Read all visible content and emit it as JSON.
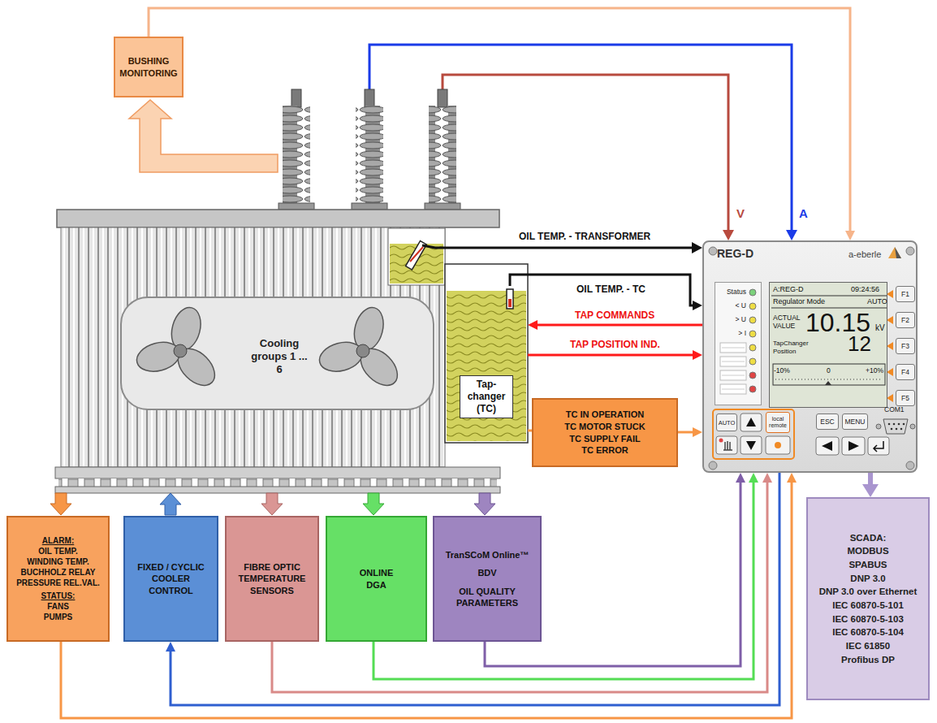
{
  "diagram": {
    "nodes": [
      {
        "text": [
          "BUSHING MONITORING"
        ]
      },
      {
        "text": [
          "REG-D",
          "a-eberle"
        ]
      },
      {
        "text": [
          "Status",
          "< U",
          "> U",
          "> I"
        ],
        "in": 1
      },
      {
        "text": [
          "A:REG-D",
          "09:24:56",
          "Regulator Mode",
          "AUTO",
          "ACTUAL VALUE",
          "10.15",
          "kV",
          "TapChanger Position",
          "12",
          "-10%",
          "0",
          "+10%"
        ],
        "in": 1
      },
      {
        "text": [
          "F1"
        ],
        "in": 1
      },
      {
        "text": [
          "F2"
        ],
        "in": 1
      },
      {
        "text": [
          "F3"
        ],
        "in": 1
      },
      {
        "text": [
          "F4"
        ],
        "in": 1
      },
      {
        "text": [
          "F5"
        ],
        "in": 1
      },
      {
        "text": [
          "AUTO"
        ],
        "in": 1
      },
      {
        "text": [
          "local remote"
        ],
        "in": 1
      },
      {
        "text": [
          "ESC"
        ],
        "in": 1
      },
      {
        "text": [
          "MENU"
        ],
        "in": 1
      },
      {
        "text": [
          "Cooling groups 1 ... 6"
        ]
      },
      {
        "text": [
          "Tap-changer (TC)"
        ]
      },
      {
        "text": [
          "TC IN OPERATION",
          "TC MOTOR STUCK",
          "TC SUPPLY FAIL",
          "TC ERROR"
        ]
      },
      {
        "text": [
          "ALARM:",
          "OIL TEMP.",
          "WINDING TEMP.",
          "BUCHHOLZ RELAY",
          "PRESSURE REL.VAL.",
          "STATUS:",
          "FANS",
          "PUMPS"
        ]
      },
      {
        "text": [
          "FIXED / CYCLIC COOLER CONTROL"
        ]
      },
      {
        "text": [
          "FIBRE OPTIC TEMPERATURE SENSORS"
        ]
      },
      {
        "text": [
          "ONLINE DGA"
        ]
      },
      {
        "text": [
          "TranSCoM Online™",
          "BDV",
          "OIL QUALITY PARAMETERS"
        ]
      },
      {
        "text": [
          "SCADA:",
          "MODBUS",
          "SPABUS",
          "DNP 3.0",
          "DNP 3.0 over Ethernet",
          "IEC 60870-5-101",
          "IEC 60870-5-103",
          "IEC 60870-5-104",
          "IEC 61850",
          "Profibus DP"
        ]
      }
    ],
    "edges": [
      {
        "from": 0,
        "to": 1,
        "arrow": "to"
      },
      {
        "from": 14,
        "to": 1,
        "label": "OIL TEMP. - TC",
        "arrow": "to"
      },
      {
        "from": 1,
        "to": 14,
        "label": "TAP COMMANDS",
        "arrow": "to"
      },
      {
        "from": 14,
        "to": 1,
        "label": "TAP POSITION IND.",
        "arrow": "to"
      },
      {
        "from": 14,
        "to": 15,
        "arrow": "none"
      },
      {
        "from": 15,
        "to": 1,
        "arrow": "to"
      },
      {
        "from": 1,
        "to": 21,
        "arrow": "to"
      },
      {
        "from": 16,
        "to": 1,
        "arrow": "to"
      },
      {
        "from": 1,
        "to": 17,
        "arrow": "to"
      },
      {
        "from": 18,
        "to": 1,
        "arrow": "to"
      },
      {
        "from": 19,
        "to": 1,
        "arrow": "to"
      },
      {
        "from": 20,
        "to": 1,
        "arrow": "to"
      }
    ],
    "labels": [
      "OIL TEMP. - TRANSFORMER",
      "V",
      "A",
      "COM1"
    ]
  }
}
